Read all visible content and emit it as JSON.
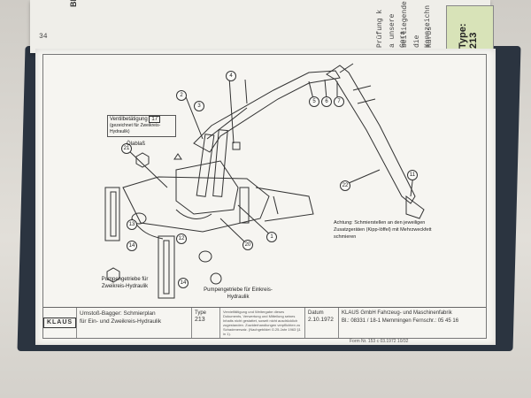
{
  "header": {
    "blatt_label": "Blatt-Nr.",
    "blatt_number": "34",
    "upper_text_lines": [
      "Prüfung k",
      "a unsere Gera",
      "beiliegende",
      "die Kennzeichn",
      "Kurbs-"
    ],
    "type_label": "Type: 213"
  },
  "drawing": {
    "callouts": [
      "1",
      "2",
      "3",
      "4",
      "5",
      "6",
      "7",
      "11",
      "12",
      "13",
      "14",
      "17",
      "20",
      "21",
      "22"
    ],
    "ventil_label": "Ventilbetätigung",
    "ventil_number": "17",
    "ventil_note": "(gezeichnet für Zweikreis-Hydraulik)",
    "olablass_label": "Ölablaß",
    "pump_zweikreis": "Pumpengetriebe für Zweikreis-Hydraulik",
    "pump_einkreis": "Pumpengetriebe für Einkreis-Hydraulik",
    "achtung": "Achtung: Schmierstellen an den jeweiligen Zusatzgeräten (Kipp-löffel) mit Mehrzweckfett schmieren"
  },
  "titleblock": {
    "logo": "KLAUS",
    "title_line1": "Umstoß-Bagger: Schmierplan",
    "title_line2": "für Ein- und Zweikreis-Hydraulik",
    "type_label": "Type",
    "type_value": "213",
    "notes": "Vervielfältigung und Weitergabe dieses Dokuments, Verwertung und Mitteilung seines Inhalts nicht gestattet, soweit nicht ausdrücklich zugestanden. Zuwiderhandlungen verpflichten zu Schadenersatz. (Nachgebildet G.25.Jahr 1963 §1 in 1).",
    "datum_label": "Datum",
    "datum_value": "2.10.1972",
    "company_line1": "KLAUS GmbH Fahrzeug- und Maschinenfabrik",
    "company_line2": "Bl.: 08331 / 18-1   Memmingen   Fernschr.: 05 45 16",
    "form_no": "Form Nr. 153 c 03.1972 10/32"
  },
  "colors": {
    "paper": "#f6f5f1",
    "ink": "#333333",
    "binding": "#2b3440",
    "type_tab": "#d8e3b8"
  }
}
